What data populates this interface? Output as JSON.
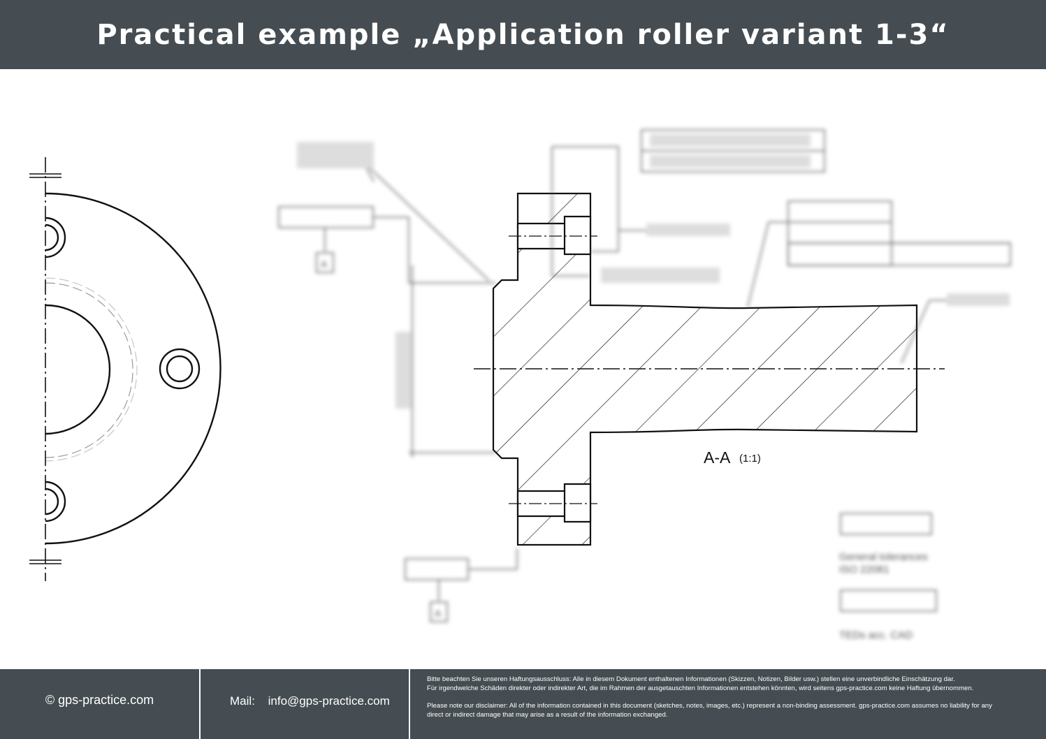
{
  "header": {
    "title": "Practical example „Application roller variant 1-3“"
  },
  "drawing": {
    "section_label": "A-A",
    "section_scale": "(1:1)",
    "datum_labels": [
      "A",
      "A"
    ],
    "general_tolerances_label": "General tolerances",
    "general_tolerances_standard": "ISO 22081",
    "cad_note": "TEDs acc. CAD",
    "colors": {
      "line": "#111111",
      "dim": "#888888"
    }
  },
  "footer": {
    "copyright": "© gps-practice.com",
    "mail_label": "Mail:",
    "mail_address": "info@gps-practice.com",
    "disclaimer_de": [
      "Bitte beachten Sie unseren Haftungsausschluss: Alle in diesem Dokument enthaltenen Informationen (Skizzen, Notizen, Bilder usw.) stellen eine unverbindliche Einschätzung dar.",
      "Für irgendwelche Schäden direkter oder indirekter Art, die im Rahmen der ausgetauschten Informationen entstehen könnten, wird seitens gps-practice.com keine Haftung übernommen."
    ],
    "disclaimer_en": [
      "Please note our disclaimer: All of the information contained in this document (sketches, notes, images, etc.) represent a non-binding assessment. gps-practice.com assumes no liability for any",
      "direct or indirect damage that may arise as a result of the information exchanged."
    ]
  }
}
